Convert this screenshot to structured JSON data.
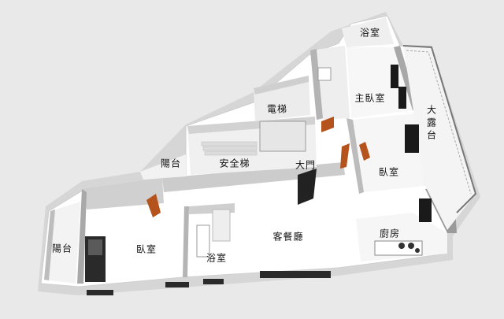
{
  "rooms": {
    "bath_top": "浴室",
    "master_bedroom": "主臥室",
    "big_terrace": "大露台",
    "elevator": "電梯",
    "balcony_mid": "陽台",
    "safety_stairs": "安全梯",
    "main_door": "大門",
    "bedroom_right": "臥室",
    "balcony_left": "陽台",
    "bedroom_left": "臥室",
    "bath_bottom": "浴室",
    "living_dining": "客餐廳",
    "kitchen": "廚房"
  },
  "colors": {
    "floor": "#ffffff",
    "wall_side": "#c9c9c9",
    "wall_dark": "#8a8a8a",
    "door_wood": "#b5531c",
    "window_dark": "#1a1a1a",
    "background": "#e9e9e9"
  }
}
